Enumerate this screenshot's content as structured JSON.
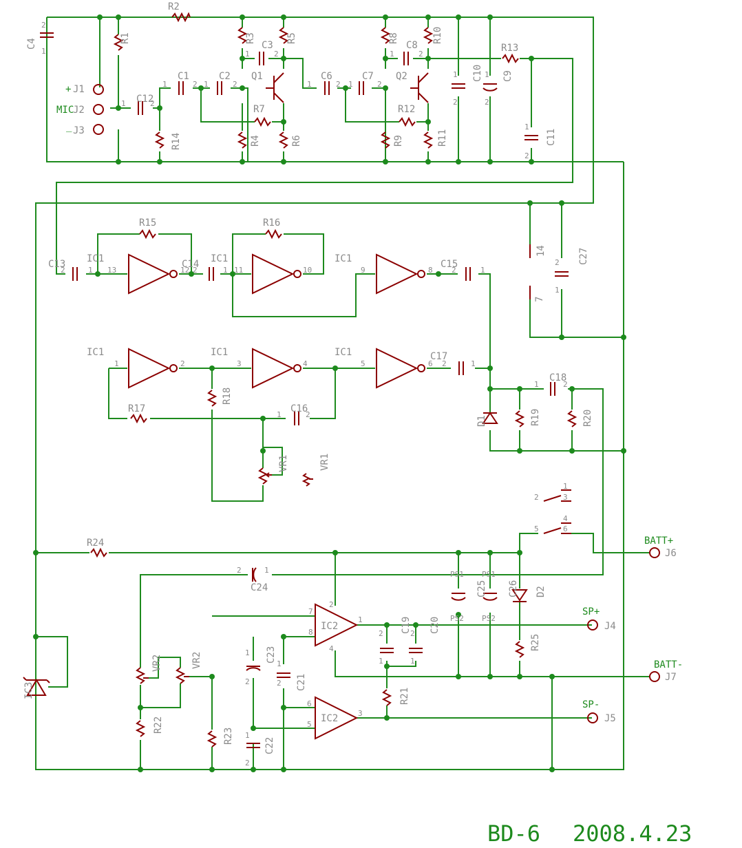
{
  "footer": {
    "board": "BD-6",
    "date": "2008.4.23"
  },
  "nets": {
    "j1": "+",
    "j2": "MIC",
    "j3": "_",
    "batt_plus": "BATT+",
    "batt_minus": "BATT-",
    "sp_plus": "SP+",
    "sp_minus": "SP-"
  },
  "connectors": {
    "j1": "J1",
    "j2": "J2",
    "j3": "J3",
    "j4": "J4",
    "j5": "J5",
    "j6": "J6",
    "j7": "J7"
  },
  "resistors": {
    "r1": "R1",
    "r2": "R2",
    "r3": "R3",
    "r4": "R4",
    "r5": "R5",
    "r6": "R6",
    "r7": "R7",
    "r8": "R8",
    "r9": "R9",
    "r10": "R10",
    "r11": "R11",
    "r12": "R12",
    "r13": "R13",
    "r14": "R14",
    "r15": "R15",
    "r16": "R16",
    "r17": "R17",
    "r18": "R18",
    "r19": "R19",
    "r20": "R20",
    "r21": "R21",
    "r22": "R22",
    "r23": "R23",
    "r24": "R24",
    "r25": "R25"
  },
  "capacitors": {
    "c1": "C1",
    "c2": "C2",
    "c3": "C3",
    "c4": "C4",
    "c6": "C6",
    "c7": "C7",
    "c8": "C8",
    "c9": "C9",
    "c10": "C10",
    "c11": "C11",
    "c12": "C12",
    "c13": "C13",
    "c14": "C14",
    "c15": "C15",
    "c16": "C16",
    "c17": "C17",
    "c18": "C18",
    "c19": "C19",
    "c20": "C20",
    "c21": "C21",
    "c22": "C22",
    "c23": "C23",
    "c24": "C24",
    "c25": "C25",
    "c26": "C26",
    "c27": "C27"
  },
  "semis": {
    "q1": "Q1",
    "q2": "Q2",
    "d1": "D1",
    "d2": "D2",
    "ic1": "IC1",
    "ic2": "IC2",
    "ic3": "IC3"
  },
  "pots": {
    "vr1": "VR1",
    "vr2": "VR2"
  },
  "pins": {
    "p1": "1",
    "p2": "2",
    "p3": "3",
    "p4": "4",
    "p5": "5",
    "p6": "6",
    "p7": "7",
    "p8": "8",
    "p9": "9",
    "p10": "10",
    "p11": "11",
    "p12": "12",
    "p13": "13",
    "p14": "14",
    "ps1": "PS1",
    "ps2": "PS2"
  }
}
